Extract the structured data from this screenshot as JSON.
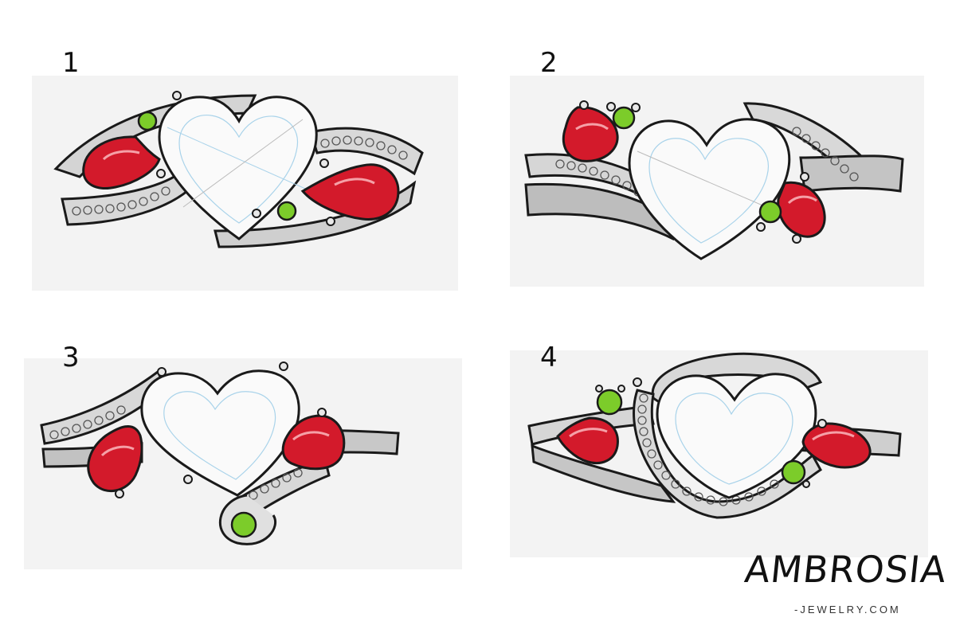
{
  "panels": [
    {
      "number": "1"
    },
    {
      "number": "2"
    },
    {
      "number": "3"
    },
    {
      "number": "4"
    }
  ],
  "logo": {
    "word": "AMBROSIA",
    "sub": "-JEWELRY.COM"
  },
  "colors": {
    "ruby": "#d31a2b",
    "ruby_dark": "#8e0d16",
    "peridot": "#7ccc2a",
    "metal": "#cfcfcf",
    "metal_dark": "#8a8a8a",
    "ink": "#1a1a1a",
    "diamond_blue": "#a9d3ea"
  }
}
